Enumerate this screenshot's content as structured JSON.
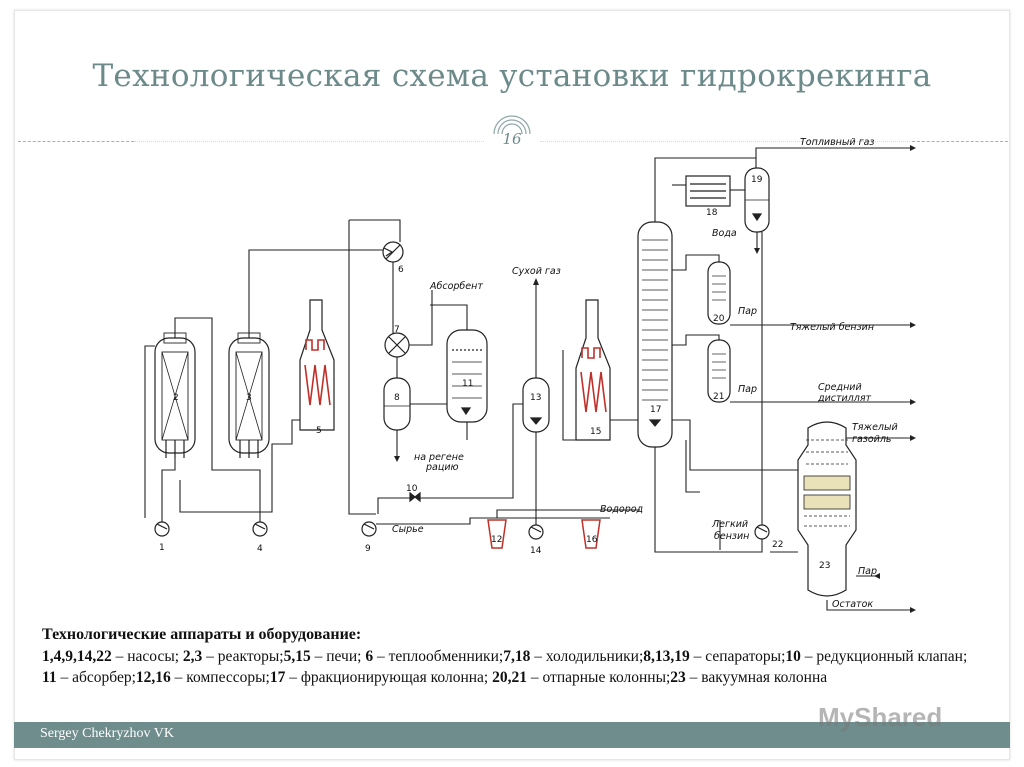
{
  "slide": {
    "title": "Технологическая схема установки гидрокрекинга",
    "page_number": "16",
    "footer_author": "Sergey Chekryzhov VK",
    "watermark": "MyShared"
  },
  "diagram": {
    "unit_numbers": [
      "1",
      "2",
      "3",
      "4",
      "5",
      "6",
      "7",
      "8",
      "9",
      "10",
      "11",
      "12",
      "13",
      "14",
      "15",
      "16",
      "17",
      "18",
      "19",
      "20",
      "21",
      "22",
      "23"
    ],
    "stream_labels": {
      "fuel_gas": "Топливный газ",
      "water": "Вода",
      "steam_20": "Пар",
      "heavy_gasoline": "Тяжелый бензин",
      "steam_21": "Пар",
      "middle_distillate_1": "Средний",
      "middle_distillate_2": "дистиллят",
      "heavy_gasoil_1": "Тяжелый",
      "heavy_gasoil_2": "газойль",
      "absorbent": "Абсорбент",
      "dry_gas": "Сухой газ",
      "regen_1": "на регене",
      "regen_2": "рацию",
      "feed": "Сырье",
      "hydrogen": "Водород",
      "light_gasoline_1": "Легкий",
      "light_gasoline_2": "бензин",
      "steam_23": "Пар",
      "residue": "Остаток"
    }
  },
  "legend": {
    "heading": "Технологические аппараты и оборудование:",
    "items": [
      {
        "nums": "1,4,9,14,22",
        "text": " – насосы; "
      },
      {
        "nums": "2,3",
        "text": " – реакторы;"
      },
      {
        "nums": "5,15",
        "text": " – печи; "
      },
      {
        "nums": "6",
        "text": " – теплообменники;"
      },
      {
        "nums": "7,18",
        "text": " – холодильники;"
      },
      {
        "nums": "8,13,19",
        "text": " – сепараторы;"
      },
      {
        "nums": "10",
        "text": " – редукционный клапан; "
      },
      {
        "nums": "11",
        "text": " – абсорбер;"
      },
      {
        "nums": "12,16",
        "text": " – компессоры;"
      },
      {
        "nums": "17",
        "text": " – фракционирующая колонна; "
      },
      {
        "nums": "20,21",
        "text": " – отпарные колонны;"
      },
      {
        "nums": "23",
        "text": " – вакуумная колонна"
      }
    ]
  }
}
